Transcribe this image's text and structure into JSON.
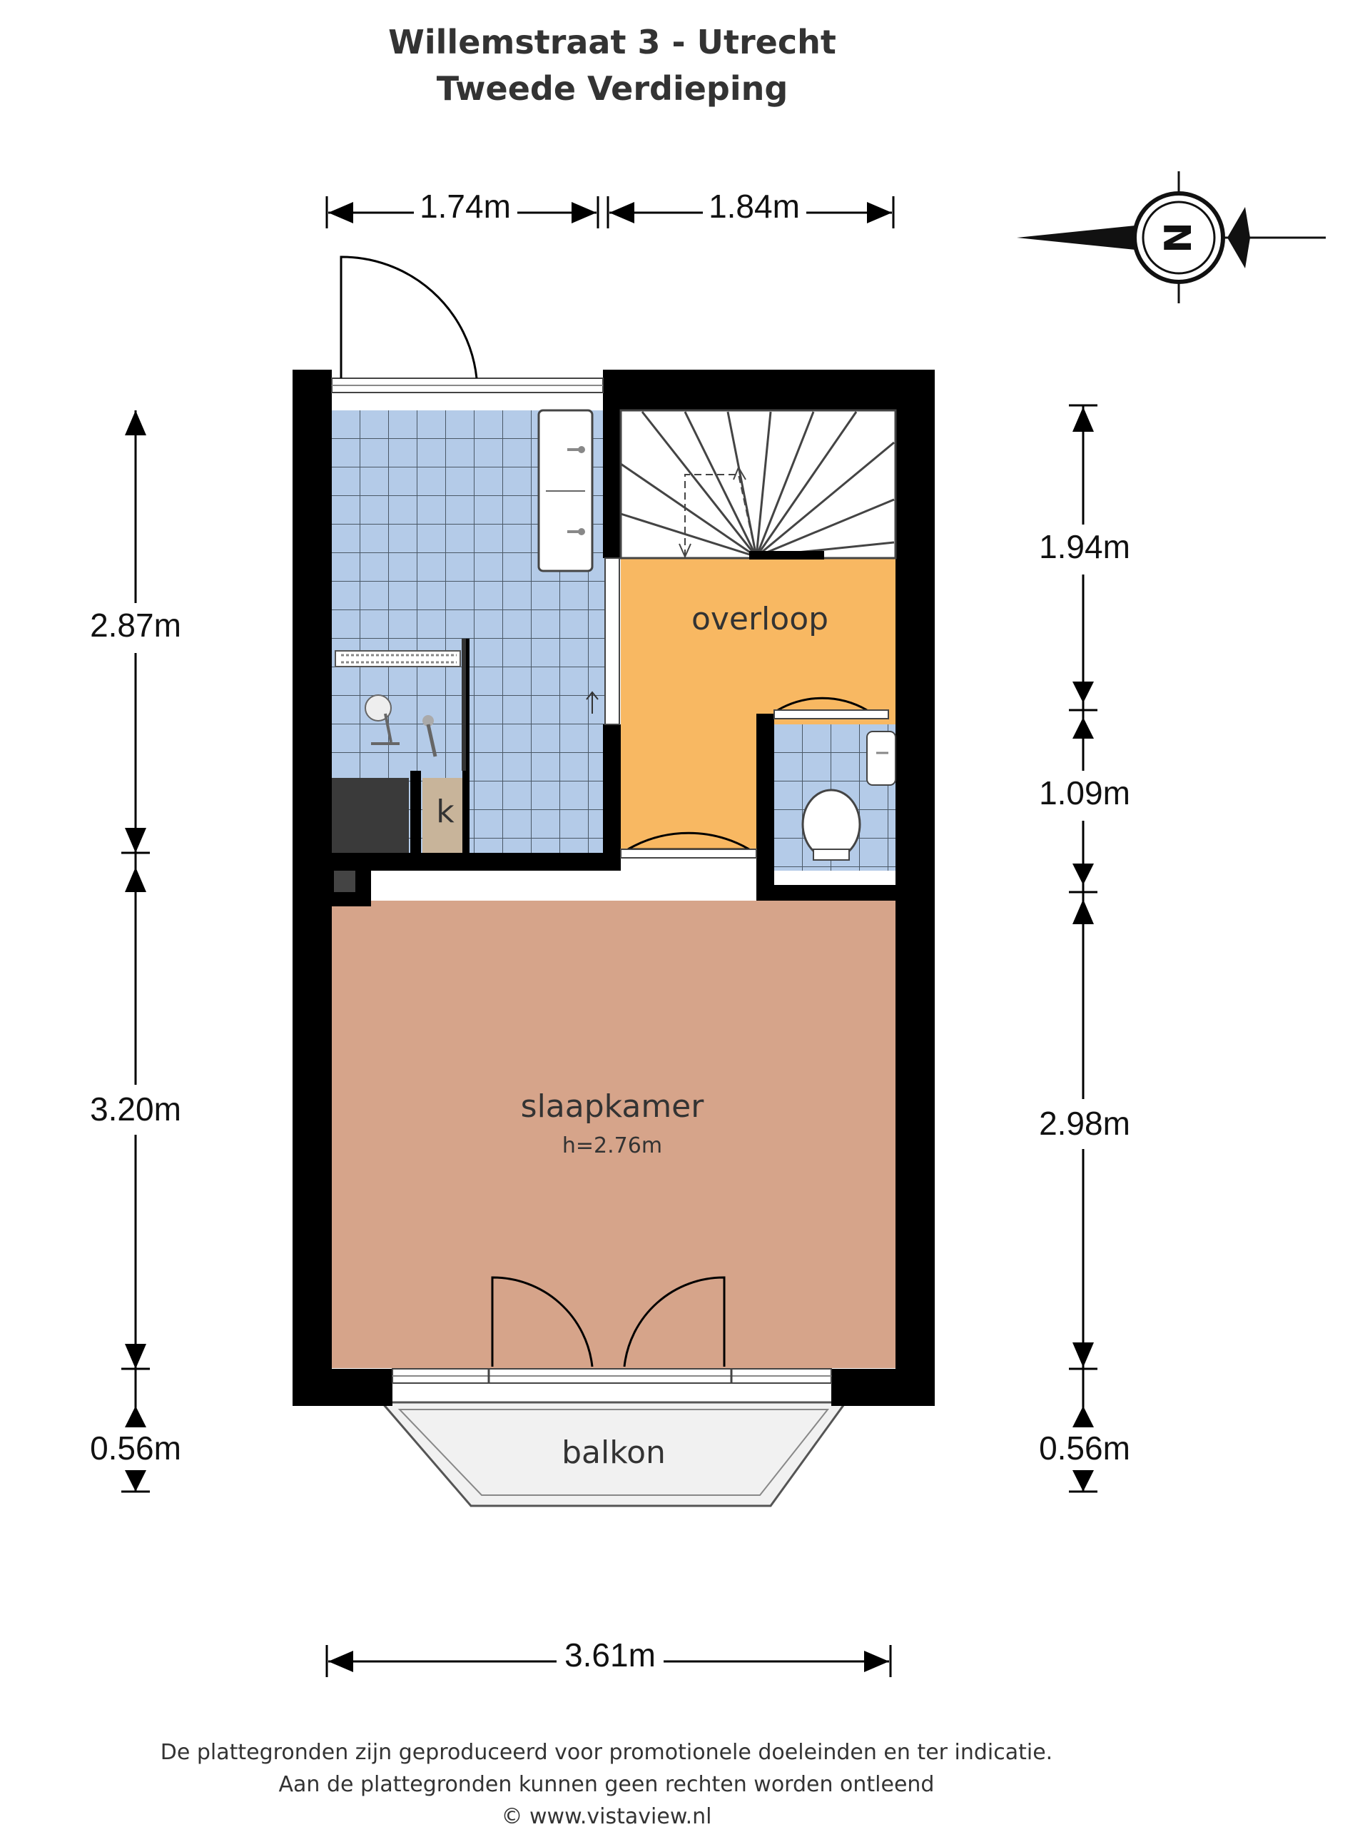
{
  "header": {
    "line1": "Willemstraat 3 - Utrecht",
    "line2": "Tweede Verdieping"
  },
  "dimensions": {
    "top_left": "1.74m",
    "top_right": "1.84m",
    "bottom": "3.61m",
    "left": [
      "2.87m",
      "3.20m",
      "0.56m"
    ],
    "right": [
      "1.94m",
      "1.09m",
      "2.98m",
      "0.56m"
    ]
  },
  "rooms": {
    "overloop": "overloop",
    "slaapkamer": "slaapkamer",
    "slaapkamer_height": "h=2.76m",
    "balkon": "balkon",
    "kast": "k"
  },
  "compass": {
    "letter": "N"
  },
  "footer": {
    "line1": "De plattegronden zijn geproduceerd voor promotionele doeleinden en ter indicatie.",
    "line2": "Aan de plattegronden kunnen geen rechten worden ontleend",
    "line3": "© www.vistaview.nl"
  },
  "colors": {
    "bathroom_tile": "#b4cbe8",
    "landing": "#f8b862",
    "bedroom": "#d6a48a",
    "balcony": "#f1f1f1",
    "closet": "#c8b49a",
    "dark_block": "#3a3a3a"
  }
}
